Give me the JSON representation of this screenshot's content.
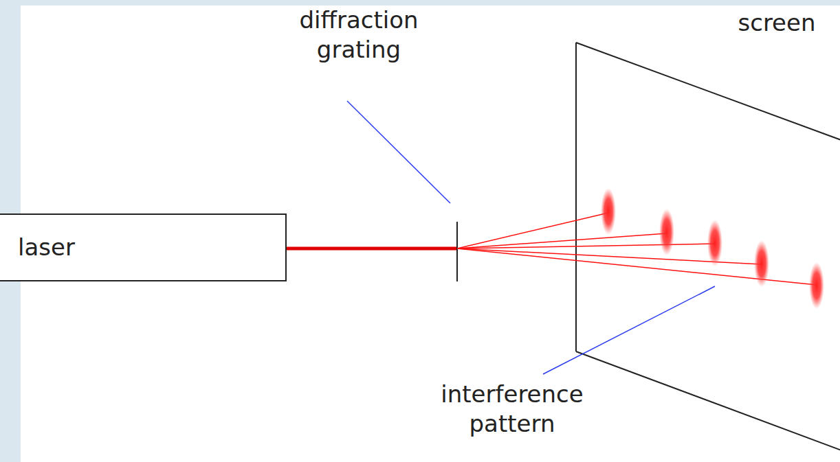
{
  "diagram": {
    "nodes": [
      {
        "text": [
          "laser"
        ]
      }
    ],
    "labels": [
      "diffraction grating",
      "screen",
      "interference pattern"
    ]
  }
}
